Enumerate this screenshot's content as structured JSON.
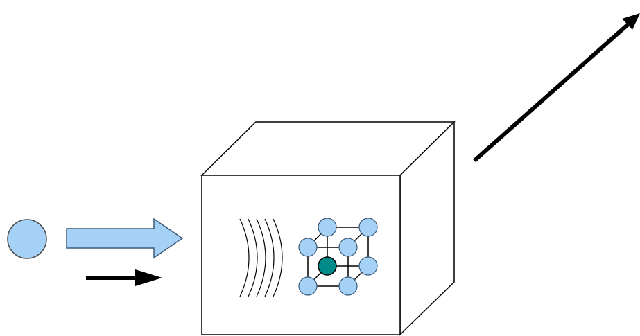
{
  "diagram": {
    "elements": [
      {
        "name": "incident-particle",
        "kind": "circle",
        "color": "#a6d1f7"
      },
      {
        "name": "incident-beam-arrow",
        "kind": "block-arrow",
        "color": "#a6d1f7"
      },
      {
        "name": "incident-direction-arrow",
        "kind": "arrow",
        "color": "#000000"
      },
      {
        "name": "sample-cube",
        "kind": "3d-box",
        "color": "#ffffff"
      },
      {
        "name": "wavefronts",
        "kind": "arcs",
        "count": 5
      },
      {
        "name": "crystal-lattice",
        "kind": "bcc-unit-cell",
        "atom_color": "#a6d1f7",
        "center_atom_color": "#008b8b"
      },
      {
        "name": "scattered-direction-arrow",
        "kind": "arrow",
        "color": "#000000"
      }
    ],
    "text": []
  }
}
